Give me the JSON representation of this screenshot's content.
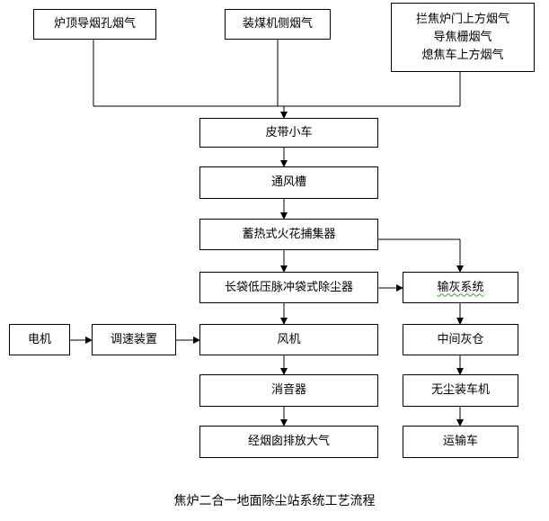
{
  "boxes": {
    "furnace_top": "炉顶导烟孔烟气",
    "coal_loader": "装煤机侧烟气",
    "right_sources": [
      "拦焦炉门上方烟气",
      "导焦栅烟气",
      "熄焦车上方烟气"
    ],
    "belt_cart": "皮带小车",
    "vent_duct": "通风槽",
    "spark_catcher": "蓄热式火花捕集器",
    "bag_filter": "长袋低压脉冲袋式除尘器",
    "ash_system": "输灰系统",
    "motor": "电机",
    "speed_ctrl": "调速装置",
    "fan": "风机",
    "ash_bin": "中间灰仓",
    "silencer": "消音器",
    "dust_loader": "无尘装车机",
    "chimney": "经烟囱排放大气",
    "transport": "运输车"
  },
  "caption": "焦炉二合一地面除尘站系统工艺流程"
}
